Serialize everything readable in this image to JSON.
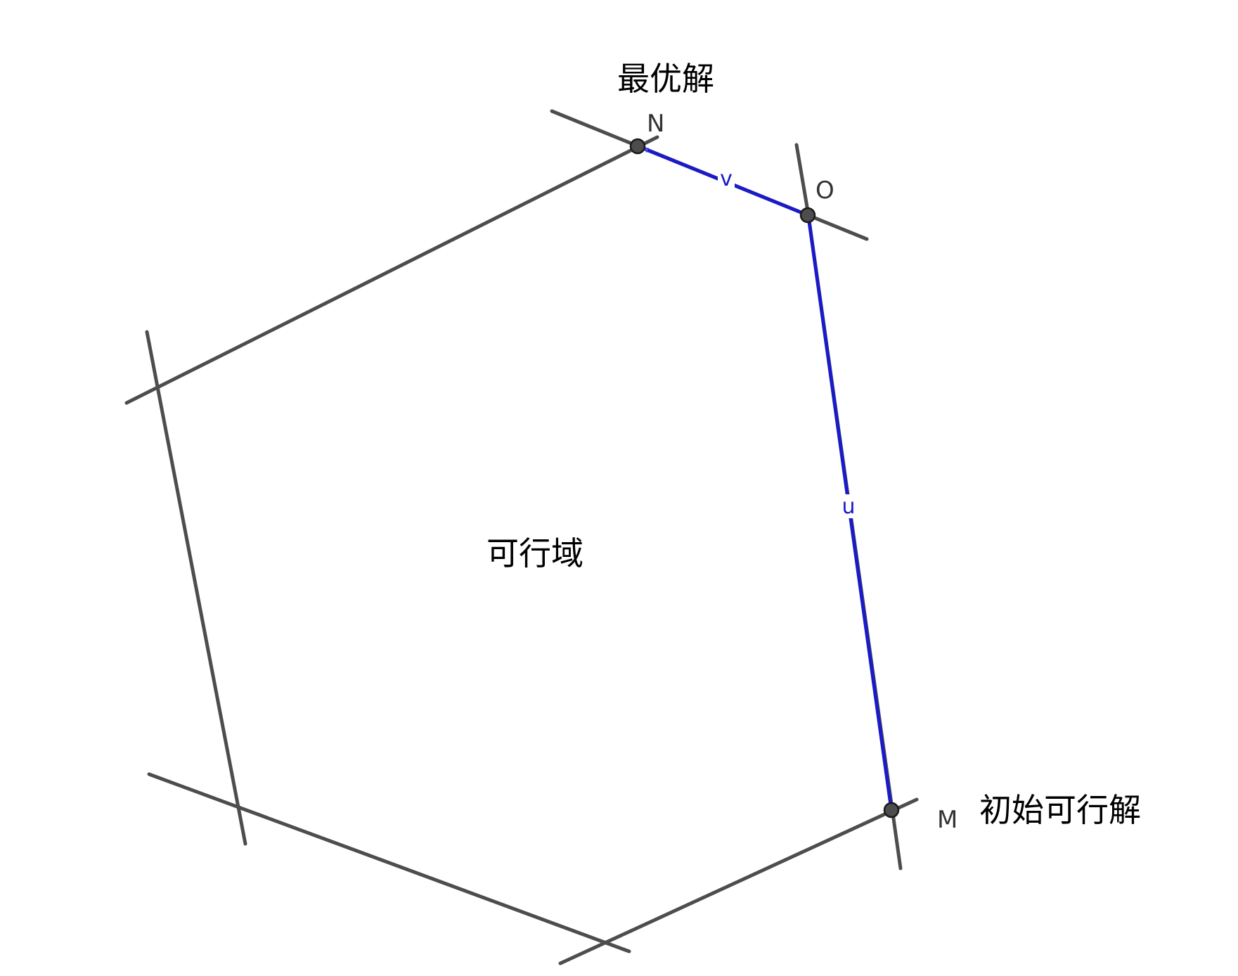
{
  "labels": {
    "optimal": "最优解",
    "feasible_region": "可行域",
    "initial": "初始可行解"
  },
  "points": {
    "N": "N",
    "O": "O",
    "M": "M"
  },
  "vectors": {
    "u": "u",
    "v": "v"
  },
  "colors": {
    "constraint_line": "#4d4d4d",
    "vector": "#1a1ac8",
    "point_fill": "#4d4d4d",
    "text": "#000000",
    "point_label": "#333333"
  }
}
